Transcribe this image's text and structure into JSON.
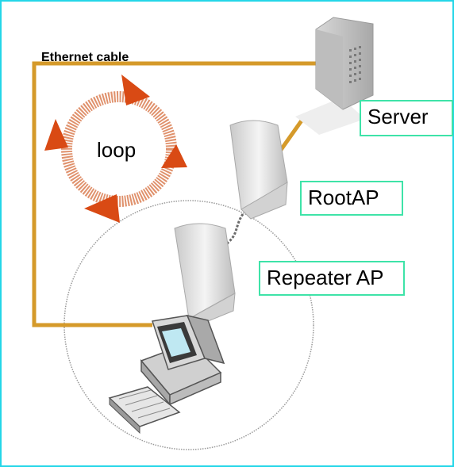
{
  "labels": {
    "ethernet_cable": "Ethernet cable",
    "loop": "loop",
    "server": "Server",
    "root_ap": "RootAP",
    "repeater_ap": "Repeater AP"
  },
  "colors": {
    "cable": "#d59a2a",
    "loop_arrows": "#d94a14",
    "label_border": "#3ee3a8",
    "frame_border": "#24d6e8",
    "coverage_circle": "#9a9a9a"
  }
}
